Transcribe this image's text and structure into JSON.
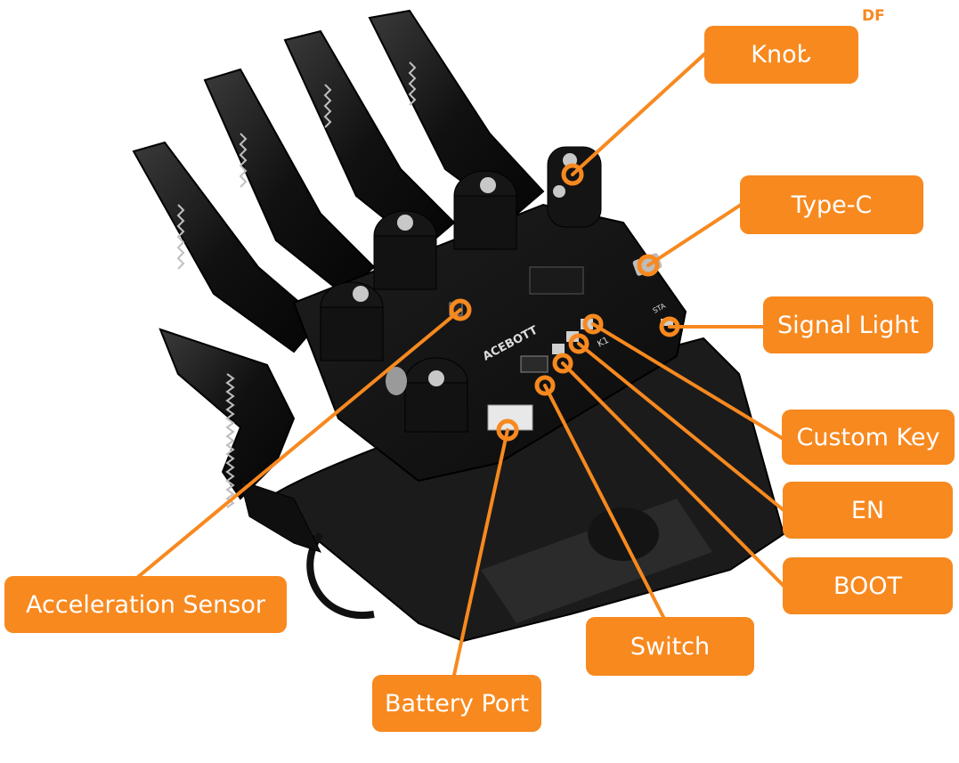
{
  "watermark": "DF",
  "colors": {
    "accent": "#f7891f",
    "device": "#111111",
    "board": "#151515",
    "strap": "#1a1a1a",
    "screw": "#c8c8c8"
  },
  "board_text": {
    "brand": "ACEBOTT",
    "silk_k1": "K1",
    "silk_sta": "STA"
  },
  "labels": {
    "knob": "Knob",
    "type_c": "Type-C",
    "signal_light": "Signal Light",
    "custom_key": "Custom Key",
    "en": "EN",
    "boot": "BOOT",
    "switch": "Switch",
    "battery_port": "Battery Port",
    "acceleration_sensor": "Acceleration Sensor"
  }
}
